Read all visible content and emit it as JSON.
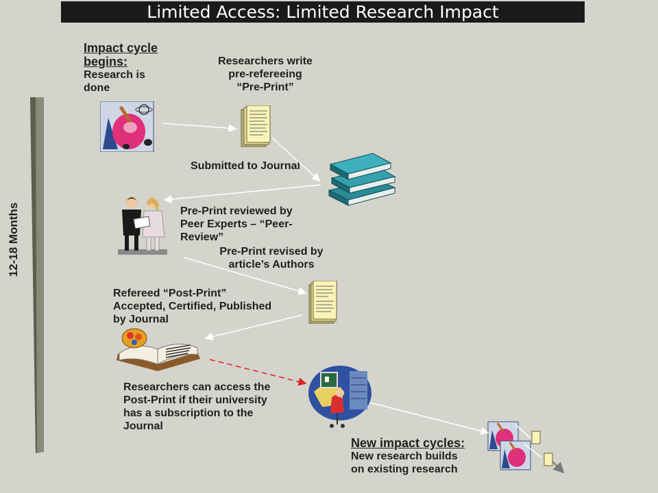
{
  "title": "Limited Access: Limited Research Impact",
  "timeline_label": "12-18 Months",
  "steps": {
    "begin_heading_1": "Impact cycle",
    "begin_heading_2": "begins:",
    "begin_text_1": "Research is",
    "begin_text_2": "done",
    "write_1": "Researchers write",
    "write_2": "pre-refereeing",
    "write_3": "“Pre-Print”",
    "submitted": "Submitted to Journal",
    "reviewed_1": "Pre-Print reviewed by",
    "reviewed_2": "Peer Experts – “Peer-",
    "reviewed_3": "Review”",
    "revised_1": "Pre-Print revised by",
    "revised_2": "article’s Authors",
    "refereed_1": "Refereed “Post-Print”",
    "refereed_2": "Accepted, Certified, Published",
    "refereed_3": "by Journal",
    "access_1": "Researchers can access the",
    "access_2": "Post-Print if their university",
    "access_3": "has a subscription to the",
    "access_4": "Journal",
    "new_heading": "New impact cycles:",
    "new_text_1": "New research builds",
    "new_text_2": "on existing research"
  },
  "colors": {
    "background": "#d4d4cc",
    "title_bar": "#1a1a1a",
    "arrow": "#ffffff",
    "dashed_arrow": "#e02020"
  },
  "icons": [
    "researcher-icon",
    "preprint-document-icon",
    "journal-stack-icon",
    "peer-reviewers-icon",
    "postprint-document-icon",
    "open-book-icon",
    "computer-user-icon",
    "new-cycle-researcher-icon"
  ]
}
